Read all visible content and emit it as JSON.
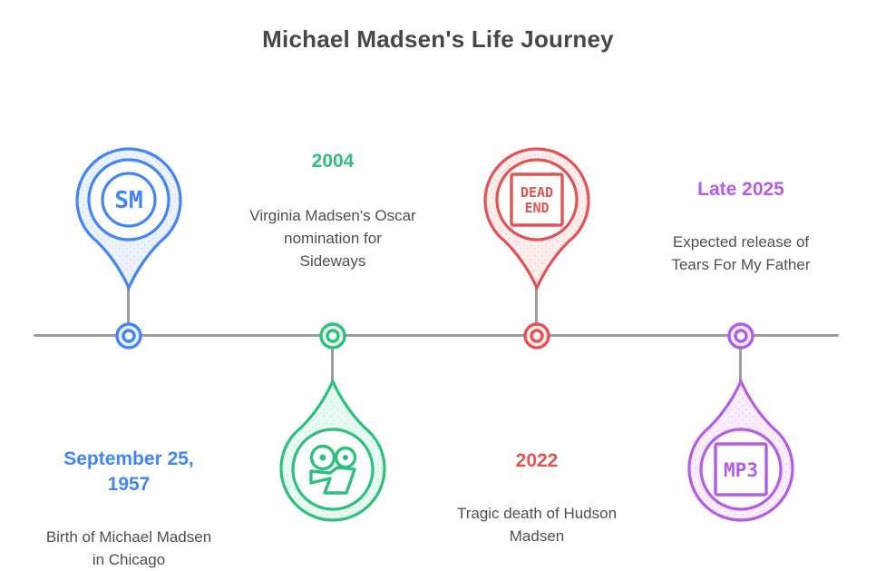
{
  "title": "Michael Madsen's Life Journey",
  "palette": {
    "timeline_gray": "#9c9c9c",
    "description_text": "#4f4f4f",
    "title_text": "#474747"
  },
  "timeline": {
    "orientation": "horizontal",
    "node_style": "double-ring-circle"
  },
  "events": [
    {
      "date": "September 25,\n1957",
      "description": "Birth of Michael Madsen\nin Chicago",
      "color": "#4285f4",
      "tint": "#ecf3fe",
      "marker_side": "above-line",
      "text_side": "below-line",
      "icon": "sm-badge-icon",
      "icon_text": "SM"
    },
    {
      "date": "2004",
      "description": "Virginia Madsen's Oscar\nnomination for\nSideways",
      "color": "#2fbf7d",
      "tint": "#e8faf1",
      "marker_side": "below-line",
      "text_side": "above-line",
      "icon": "movie-camera-icon"
    },
    {
      "date": "2022",
      "description": "Tragic death of Hudson\nMadsen",
      "color": "#e25454",
      "tint": "#fdeeee",
      "marker_side": "above-line",
      "text_side": "below-line",
      "icon": "dead-end-sign-icon",
      "icon_lines": [
        "DEAD",
        "END"
      ]
    },
    {
      "date": "Late 2025",
      "description": "Expected release of\nTears For My Father",
      "color": "#b55ce6",
      "tint": "#f8eefe",
      "marker_side": "below-line",
      "text_side": "above-line",
      "icon": "mp3-box-icon",
      "icon_text": "MP3"
    }
  ]
}
